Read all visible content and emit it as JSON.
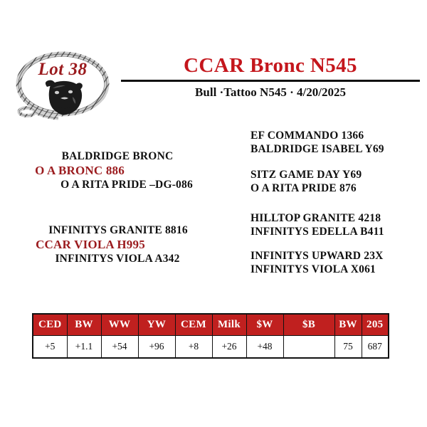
{
  "logo": {
    "lot_label": "Lot 38",
    "icon_rope": "rope-oval-icon",
    "icon_bull": "bull-head-icon"
  },
  "header": {
    "title": "CCAR Bronc N545",
    "subtitle": "Bull ·Tattoo N545 · 4/20/2025",
    "sex": "Bull",
    "tattoo": "Tattoo N545",
    "birth_date": "4/20/2025"
  },
  "colors": {
    "title_red": "#C4161C",
    "name_red": "#9B1B1E",
    "table_header_red": "#C0201F",
    "text_black": "#111111",
    "background": "#FFFFFF"
  },
  "pedigree": {
    "sire": {
      "sire_of_sire": "BALDRIDGE BRONC",
      "name": "O A BRONC 886",
      "dam_of_sire": "O A RITA PRIDE –DG-086"
    },
    "dam": {
      "sire_of_dam": "INFINITYS GRANITE 8816",
      "name": "CCAR VIOLA H995",
      "dam_of_dam": "INFINITYS VIOLA A342"
    },
    "grandparents": [
      {
        "top": "EF COMMANDO 1366",
        "bottom": "BALDRIDGE ISABEL Y69"
      },
      {
        "top": "SITZ GAME DAY Y69",
        "bottom": "O A RITA PRIDE 876"
      },
      {
        "top": "HILLTOP GRANITE 4218",
        "bottom": "INFINITYS EDELLA B411"
      },
      {
        "top": "INFINITYS UPWARD 23X",
        "bottom": "INFINITYS VIOLA X061"
      }
    ]
  },
  "epd_table": {
    "headers": [
      "CED",
      "BW",
      "WW",
      "YW",
      "CEM",
      "Milk",
      "$W",
      "$B",
      "BW",
      "205"
    ],
    "values": [
      "+5",
      "+1.1",
      "+54",
      "+96",
      "+8",
      "+26",
      "+48",
      "",
      "75",
      "687"
    ]
  }
}
